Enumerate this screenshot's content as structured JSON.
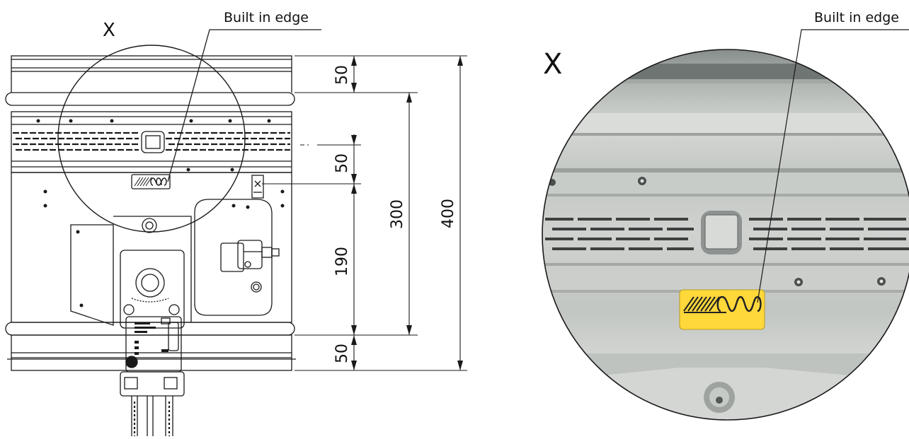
{
  "left_view": {
    "detail_marker": "X",
    "callout": "Built in edge",
    "dimensions": [
      {
        "name": "top-band",
        "value": "50"
      },
      {
        "name": "center-offset",
        "value": "50"
      },
      {
        "name": "lower-body",
        "value": "190"
      },
      {
        "name": "bottom-band",
        "value": "50"
      },
      {
        "name": "inner-height",
        "value": "300"
      },
      {
        "name": "overall-height",
        "value": "400"
      }
    ]
  },
  "right_view": {
    "detail_marker": "X",
    "callout": "Built in edge"
  },
  "colors": {
    "line": "#1a1a1a",
    "label_yellow": "#ffd83a",
    "steel_light": "#c9cdca",
    "steel_dark": "#8d918f"
  }
}
